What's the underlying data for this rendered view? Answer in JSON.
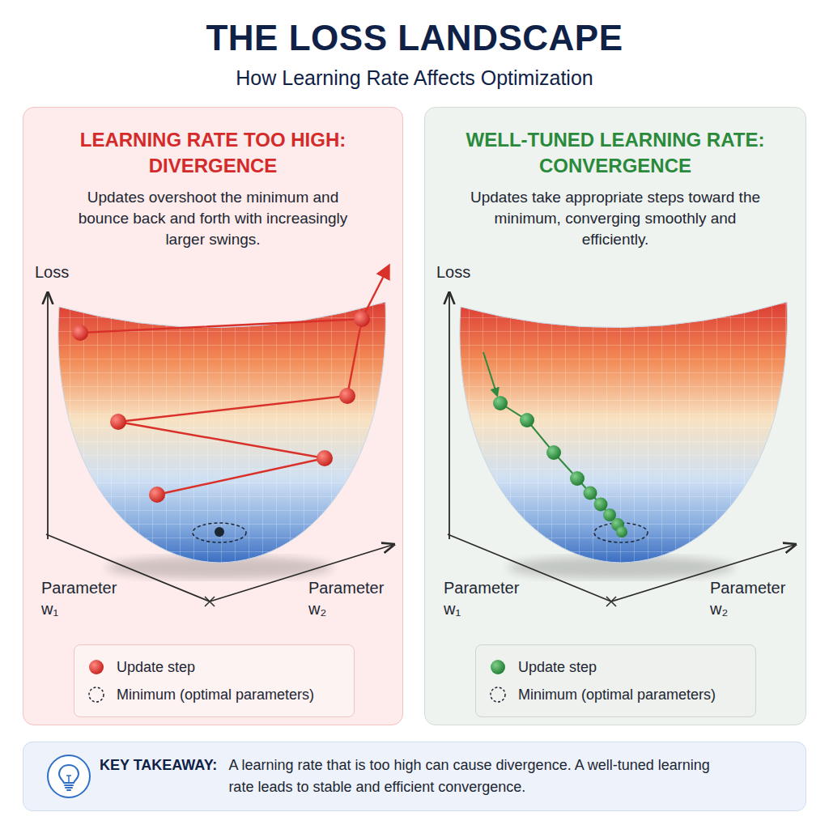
{
  "diagram": {
    "title": "THE LOSS LANDSCAPE",
    "nodes": [
      {
        "text": [
          "LEARNING RATE TOO HIGH: DIVERGENCE",
          "Updates overshoot the minimum and bounce back and forth with increasingly larger swings."
        ]
      },
      {
        "text": [
          "WELL-TUNED LEARNING RATE: CONVERGENCE",
          "Updates take appropriate steps toward the minimum, converging smoothly and efficiently."
        ]
      },
      {
        "text": [
          "KEY TAKEAWAY:",
          "A learning rate that is too high can cause divergence. A well-tuned learning rate leads to stable and efficient convergence."
        ]
      }
    ],
    "labels": [
      "How Learning Rate Affects Optimization",
      "Loss",
      "Parameter w₁",
      "Parameter w₂",
      "Loss",
      "Parameter w₁",
      "Parameter w₂"
    ],
    "legend": [
      {
        "text": "Update step"
      },
      {
        "text": "Minimum (optimal parameters)"
      },
      {
        "text": "Update step"
      },
      {
        "text": "Minimum (optimal parameters)"
      }
    ]
  }
}
